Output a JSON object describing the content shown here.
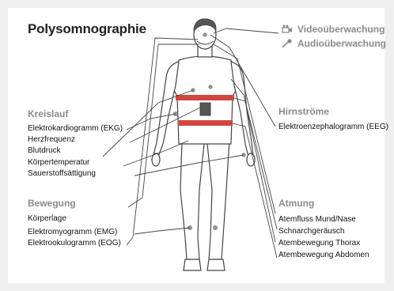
{
  "title": "Polysomnographie",
  "monitoring": [
    {
      "icon": "video-camera-icon",
      "label": "Videoüberwachung"
    },
    {
      "icon": "microphone-icon",
      "label": "Audioüberwachung"
    }
  ],
  "sections": {
    "kreislauf": {
      "heading": "Kreislauf",
      "items": [
        "Elektrokardiogramm (EKG)",
        "Herzfrequenz",
        "Blutdruck",
        "Körpertemperatur",
        "Sauerstoffsättigung"
      ]
    },
    "bewegung": {
      "heading": "Bewegung",
      "items": [
        "Körperlage",
        "Elektromyogramm (EMG)",
        "Elektrookulogramm (EOG)"
      ]
    },
    "hirnstroeme": {
      "heading": "Hirnströme",
      "items": [
        "Elektroenzephalogramm (EEG)"
      ]
    },
    "atmung": {
      "heading": "Atmung",
      "items": [
        "Atemfluss Mund/Nase",
        "Schnarchgeräusch",
        "Atembewegung Thorax",
        "Atembewegung Abdomen"
      ]
    }
  },
  "colors": {
    "background": "#efefef",
    "card": "#ffffff",
    "heading_gray": "#8a8a8a",
    "belt_red": "#d0463b",
    "outline": "#444444"
  }
}
